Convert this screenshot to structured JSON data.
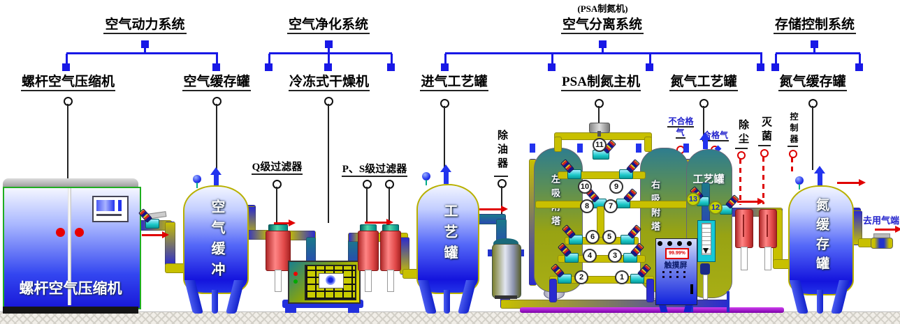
{
  "systems": {
    "air_power": "空气动力系统",
    "air_purification": "空气净化系统",
    "air_separation": "空气分离系统",
    "air_separation_note": "(PSA制氮机)",
    "storage_control": "存储控制系统"
  },
  "equipment_labels": {
    "screw_compressor": "螺杆空气压缩机",
    "air_buffer_tank": "空气缓存罐",
    "refrigerated_dryer": "冷冻式干燥机",
    "intake_process_tank": "进气工艺罐",
    "psa_main": "PSA制氮主机",
    "n2_process_tank": "氮气工艺罐",
    "n2_buffer_tank": "氮气缓存罐"
  },
  "component_labels": {
    "q_filter": "Q级过滤器",
    "ps_filter": "P、S级过滤器",
    "oil_remover": "除油器",
    "unqualified_gas": "不合格气",
    "qualified_gas": "合格气",
    "dust_removal": "除尘",
    "sterilization": "灭菌",
    "controller": "控制器",
    "to_gas_outlet": "去用气端"
  },
  "device_text": {
    "compressor_body": "螺杆空气压缩机",
    "air_buffer_body": "空气缓冲",
    "intake_tank_body": "工艺罐",
    "left_tower": "左吸附塔",
    "right_tower": "右吸附塔",
    "touchscreen": "触摸屏",
    "purity_readout": "99.99%",
    "n2_tank_body": "工艺罐",
    "n2_buffer_body": "氮缓存罐"
  },
  "valve_numbers": [
    "1",
    "2",
    "3",
    "4",
    "5",
    "6",
    "7",
    "8",
    "9",
    "10",
    "11",
    "12",
    "13"
  ],
  "colors": {
    "connector_blue": "#1818e6",
    "pipe_yellow": "#c8c000",
    "pipe_blue": "#2a2ad0",
    "alert_red": "#dd0000",
    "tank_blue": "#1414dd",
    "tower_olive": "#a0a713",
    "filter_red": "#e04848",
    "muffler_purple": "#8a00b8"
  }
}
